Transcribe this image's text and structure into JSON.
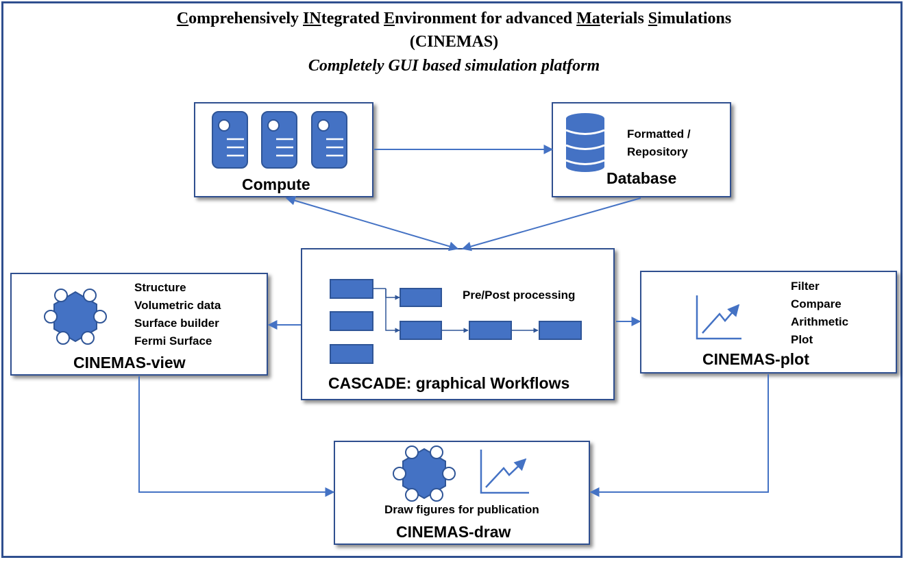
{
  "header": {
    "title_parts": [
      {
        "text": "C",
        "u": true
      },
      {
        "text": "omprehensively ",
        "u": false
      },
      {
        "text": "IN",
        "u": true
      },
      {
        "text": "tegrated ",
        "u": false
      },
      {
        "text": "E",
        "u": true
      },
      {
        "text": "nvironment for advanced ",
        "u": false
      },
      {
        "text": "Ma",
        "u": true
      },
      {
        "text": "terials ",
        "u": false
      },
      {
        "text": "S",
        "u": true
      },
      {
        "text": "imulations",
        "u": false
      }
    ],
    "acronym": "(CINEMAS)",
    "subtitle": "Completely GUI based simulation platform"
  },
  "compute": {
    "label": "Compute",
    "icon": "server-icon"
  },
  "database": {
    "label": "Database",
    "caption": [
      "Formatted /",
      "Repository"
    ],
    "icon": "database-icon"
  },
  "cascade": {
    "label": "CASCADE: graphical Workflows",
    "caption": "Pre/Post processing",
    "icon": "workflow-blocks"
  },
  "view": {
    "label": "CINEMAS-view",
    "features": [
      "Structure",
      "Volumetric data",
      "Surface builder",
      "Fermi Surface"
    ],
    "icon": "molecule-icon"
  },
  "plot": {
    "label": "CINEMAS-plot",
    "features": [
      "Filter",
      "Compare",
      "Arithmetic",
      "Plot"
    ],
    "icon": "chart-icon"
  },
  "draw": {
    "label": "CINEMAS-draw",
    "caption": "Draw figures for publication",
    "icons": [
      "molecule-icon",
      "chart-icon"
    ]
  },
  "colors": {
    "frame": "#2f4f8f",
    "icon_fill": "#4472c4",
    "icon_stroke": "#2f5597",
    "arrow": "#4472c4"
  }
}
